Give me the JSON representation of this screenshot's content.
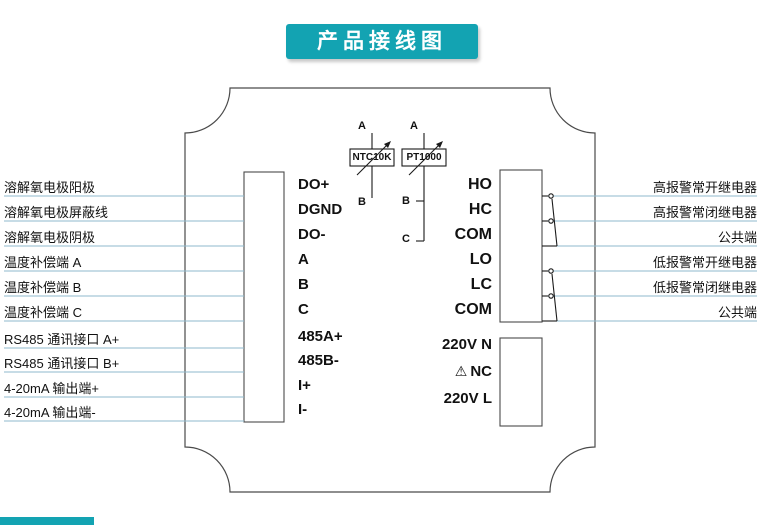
{
  "title": "产品接线图",
  "colors": {
    "accent": "#13a3b2",
    "connector_line": "#8fb9cc",
    "outline": "#4a4a4a"
  },
  "left_labels": [
    "溶解氧电极阳极",
    "溶解氧电极屏蔽线",
    "溶解氧电极阴极",
    "温度补偿端 A",
    "温度补偿端 B",
    "温度补偿端 C",
    "RS485 通讯接口 A+",
    "RS485 通讯接口 B+",
    "4-20mA 输出端+",
    "4-20mA 输出端-"
  ],
  "left_terminals": [
    "DO+",
    "DGND",
    "DO-",
    "A",
    "B",
    "C",
    "485A+",
    "485B-",
    "I+",
    "I-"
  ],
  "right_terminals": [
    "HO",
    "HC",
    "COM",
    "LO",
    "LC",
    "COM"
  ],
  "right_labels": [
    "高报警常开继电器",
    "高报警常闭继电器",
    "公共端",
    "低报警常开继电器",
    "低报警常闭继电器",
    "公共端"
  ],
  "power_terminals": {
    "n": "220V N",
    "nc": "NC",
    "l": "220V L",
    "warning_icon": "⚠"
  },
  "sensors": {
    "ntc": {
      "name": "NTC10K",
      "pin_a": "A",
      "pin_b": "B"
    },
    "pt": {
      "name": "PT1000",
      "pin_a": "A",
      "pin_b": "B",
      "pin_c": "C"
    }
  }
}
